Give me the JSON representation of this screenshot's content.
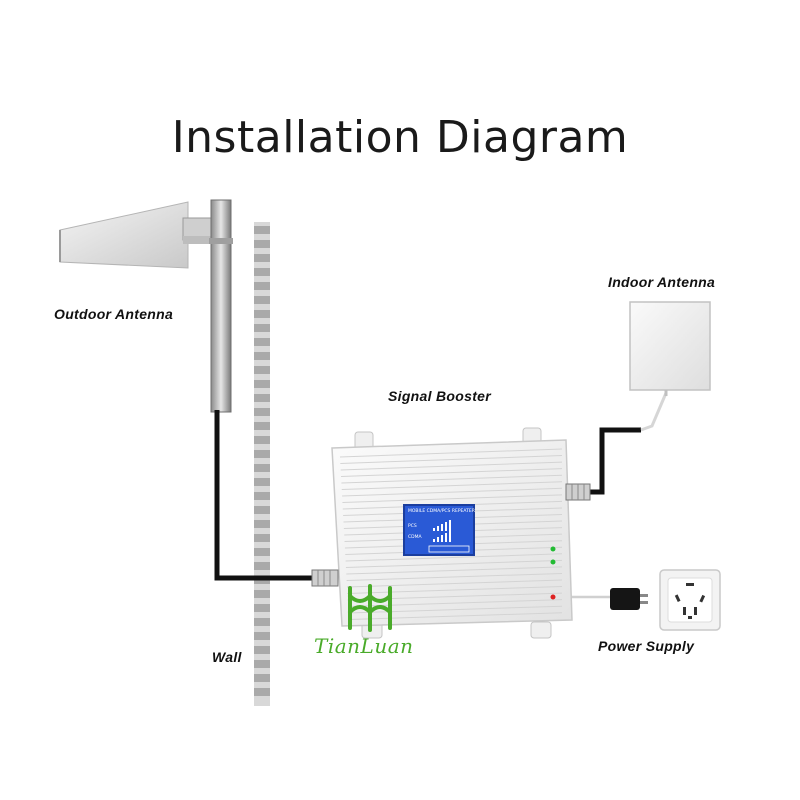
{
  "title": "Installation Diagram",
  "labels": {
    "outdoor_antenna": "Outdoor Antenna",
    "indoor_antenna": "Indoor Antenna",
    "signal_booster": "Signal Booster",
    "power_supply": "Power Supply",
    "wall": "Wall"
  },
  "booster_display": {
    "header": "MOBILE CDMA/PCS REPEATER",
    "band_1": "PCS",
    "band_2": "CDMA"
  },
  "watermark": {
    "brand": "TianLuan"
  },
  "colors": {
    "cable": "#111111",
    "lcd_background": "#2a5ad6",
    "led_green": "#22bb33",
    "led_red": "#dd2222",
    "brand_green": "#4aab2a"
  }
}
